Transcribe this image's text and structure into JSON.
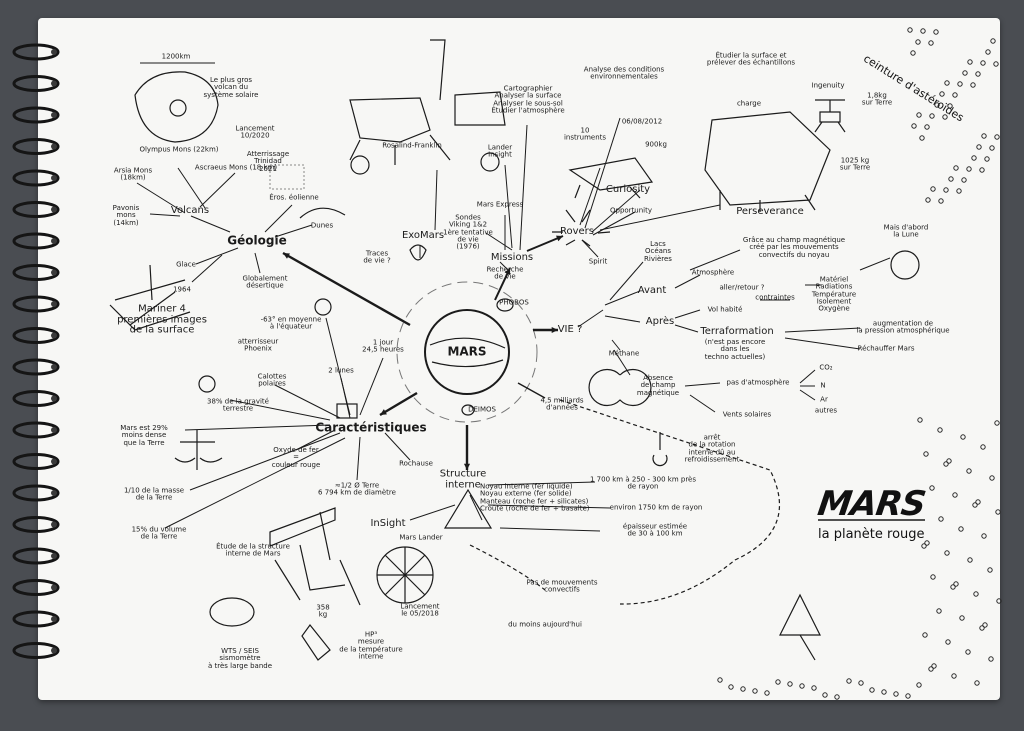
{
  "title": "MARS",
  "subtitle": "la planète rouge",
  "center": {
    "label": "MARS",
    "moon1": "PHOBOS",
    "moon2": "DEIMOS"
  },
  "corner_band": "ceinture d'astéroïdes",
  "branches": {
    "geology": "Géologie",
    "missions": "Missions",
    "rovers": "Rovers",
    "life": "VIE ?",
    "characteristics": "Caractéristiques",
    "structure": "Structure\ninterne",
    "age": "4,5 milliards\nd'années"
  },
  "geology": {
    "olympus_note": "Le plus gros\nvolcan du\nsystème solaire",
    "olympus_size": "1200km",
    "olympus": "Olympus Mons (22km)",
    "arsia": "Arsia Mons\n(18km)",
    "ascraeus": "Ascraeus Mons (18 km)",
    "pavonis": "Pavonis\nmons\n(14km)",
    "volcans": "Volcans",
    "erosion": "Éros. éolienne",
    "dunes": "Dunes",
    "glace": "Glace",
    "desertique": "Globalement\ndésertique",
    "mariner_year": "1964",
    "mariner": "Mariner 4\npremières images\nde la surface"
  },
  "missions": {
    "exomars": "ExoMars",
    "rosalind": "Rosalind-Franklin",
    "lancement": "Lancement\n10/2020",
    "atterrissage": "Atterrissage\nTrinidad\n2021",
    "sondes": "Sondes\nViking 1&2\n1ère tentative\nde vie\n(1976)",
    "traces": "Traces\nde vie ?",
    "recherche": "Recherche\nde vie",
    "mars_express": "Mars Express",
    "lander": "Lander\nInsight",
    "cartographier": "Cartographier\nAnalyser la surface\nAnalyser le sous-sol\nÉtudier l'atmosphère",
    "analyse": "Analyse des conditions\nenvironnementales",
    "date": "06/08/2012",
    "instruments": "10\ninstruments",
    "masse": "900kg",
    "curiosity": "Curiosity",
    "opportunity": "Opportunity",
    "spirit": "Spirit",
    "perseverance": "Perseverance",
    "etudier": "Étudier la surface et\nprélever des échantillons",
    "ingenuity": "Ingenuity",
    "ing_mass": "1,8kg\nsur Terre",
    "pers_mass": "1025 kg\nsur Terre",
    "charge": "charge"
  },
  "life": {
    "avant": "Avant",
    "apres": "Après",
    "lacs": "Lacs\nOcéans\nRivières",
    "champ": "Grâce au champ magnétique\ncréé par les mouvements\nconvectifs du noyau",
    "atmosphere": "Atmosphère",
    "vol": "Vol habité",
    "allers": "aller/retour ?",
    "contraintes": "contraintes",
    "risques": "Matériel\nRadiations\nTempérature\nIsolement\nOxygène",
    "terraformation": "Terraformation",
    "techno": "(n'est pas encore\ndans les\ntechno actuelles)",
    "augmentation": "augmentation de\nla pression atmosphérique",
    "rechauffer": "Réchauffer Mars",
    "lune": "Mais d'abord\nla Lune",
    "methane": "Méthane",
    "absence": "Absence\nde champ\nmagnétique",
    "pas_atmo": "pas d'atmosphère",
    "vents": "Vents solaires",
    "co2": "CO₂",
    "n": "N",
    "ar": "Ar",
    "autres": "autres",
    "arret": "arrêt\nde la rotation\ninterne dû au\nrefroidissement"
  },
  "characteristics": {
    "temp": "-63° en moyenne\nà l'équateur",
    "jour": "1 jour\n24,5 heures",
    "lunes": "2 lunes",
    "phoenix": "atterrisseur\nPhoenix",
    "calottes": "Calottes\npolaires",
    "gravite": "38% de la gravité\nterrestre",
    "densite": "Mars est 29%\nmoins dense\nque la Terre",
    "oxyde": "Oxyde de fer\n=\ncouleur rouge",
    "masse": "1/10 de la masse\nde la Terre",
    "volume": "15% du volume\nde la Terre",
    "diametre": "≈1/2 Ø Terre\n6 794 km de diamètre",
    "rochause": "Rochause"
  },
  "structure": {
    "noyau": "Noyau interne (fer liquide)\nNoyau externe (fer solide)\nManteau (roche fer + silicates)\nCroûte (roche de fer + basalte)",
    "rayon": "1 700 km à 250 - 300 km près\nde rayon",
    "manteau": "environ 1750 km de rayon",
    "croute": "épaisseur estimée\nde 30 à 100 km",
    "insight": "InSight",
    "mars_lander": "Mars Lander",
    "etude": "Étude de la structure\ninterne de Mars",
    "pas_mouvement": "Pas de mouvements\nconvectifs",
    "aujourdhui": "du moins aujourd'hui",
    "lancement": "Lancement\nle 05/2018",
    "mass": "358\nkg",
    "hp3": "HP³\nmesure\nde la température\ninterne",
    "seis": "WTS / SEIS\nsismomètre\nà très large bande"
  }
}
